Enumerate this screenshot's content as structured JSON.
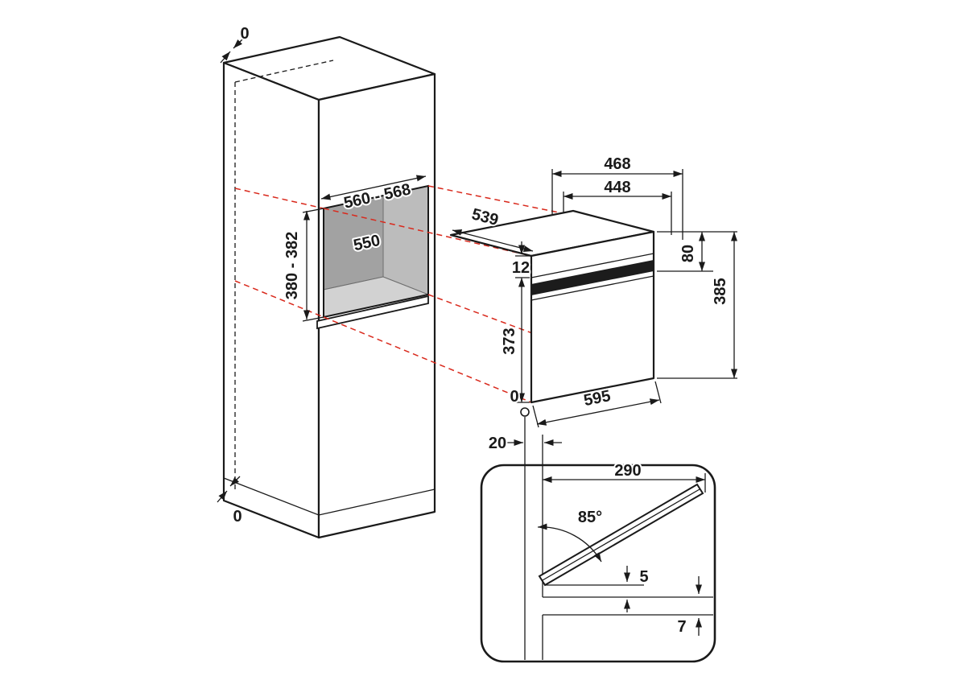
{
  "diagram": {
    "title": "built-in compact oven niche installation drawing",
    "colors": {
      "outline": "#1a1a1a",
      "projection_red": "#d9291c",
      "niche_back": "#a2a2a2",
      "niche_wall": "#bcbcbc",
      "niche_floor": "#d2d2d2",
      "handle": "#1c1c1c"
    },
    "labels": {
      "cabinet": {
        "top_clearance": "0",
        "bottom_clearance": "0",
        "niche_width": "560 - 568",
        "niche_depth": "550",
        "niche_height": "380 - 382"
      },
      "oven": {
        "overall_width_top": "468",
        "body_width_top": "448",
        "depth": "539",
        "top_inset": "12",
        "front_height": "373",
        "fascia_height": "80",
        "total_height": "385",
        "overall_width": "595",
        "flush_gap": "0",
        "setback": "20"
      },
      "door_detail": {
        "projection": "290",
        "opening_angle": "85°",
        "door_gap": "5",
        "front_lip": "7"
      }
    }
  }
}
